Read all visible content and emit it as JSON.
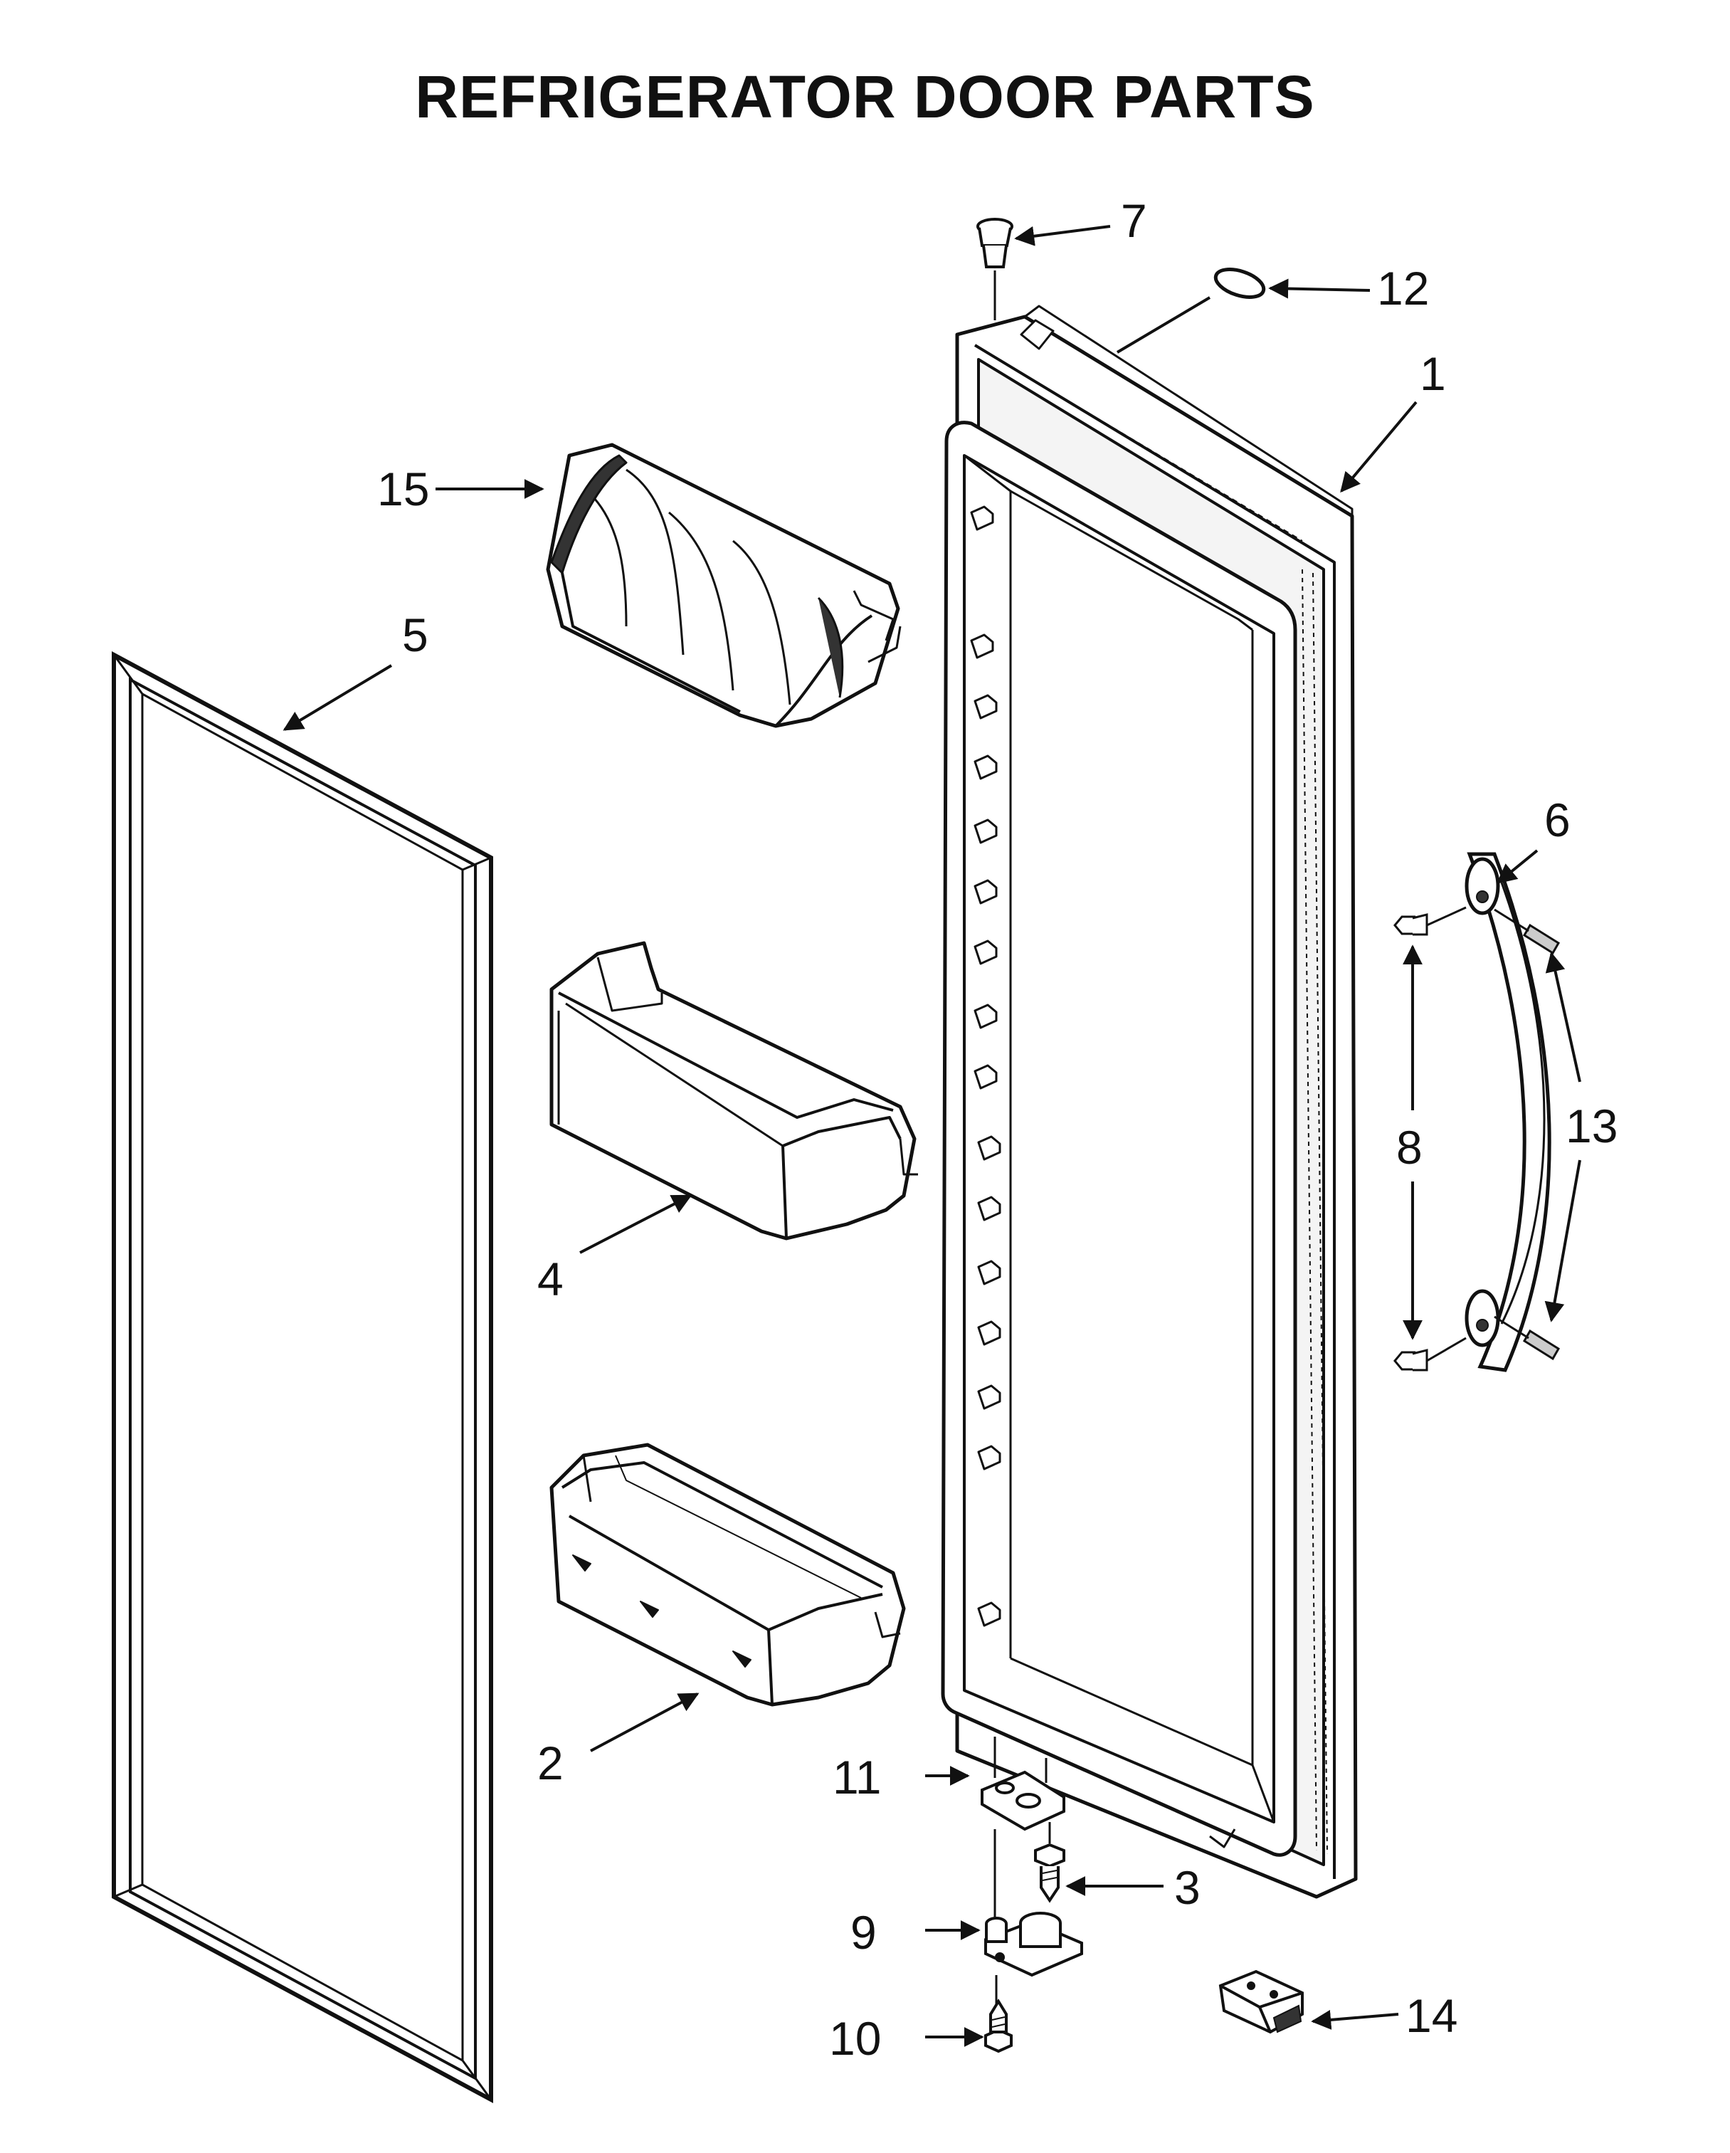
{
  "title": "REFRIGERATOR DOOR PARTS",
  "colors": {
    "line": "#111111",
    "fill": "#ffffff",
    "shade": "#e6e6e6",
    "dark": "#333333"
  },
  "callouts": {
    "c1": "1",
    "c2": "2",
    "c3": "3",
    "c4": "4",
    "c5": "5",
    "c6": "6",
    "c7": "7",
    "c8": "8",
    "c9": "9",
    "c10": "10",
    "c11": "11",
    "c12": "12",
    "c13": "13",
    "c14": "14",
    "c15": "15"
  }
}
